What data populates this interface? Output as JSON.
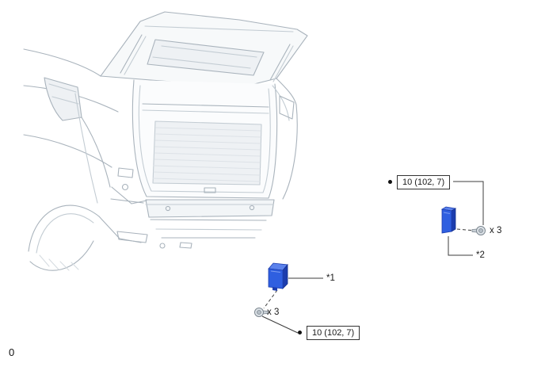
{
  "page": {
    "corner_mark": "0",
    "background": "#ffffff"
  },
  "colors": {
    "highlight_blue": "#2f5fe0",
    "highlight_blue_dark": "#1c3dae",
    "highlight_blue_light": "#5b82ec",
    "line_art_gray": "#a9b3bc",
    "line_art_gray_light": "#c3ccd3",
    "leader_line": "#3c3c3c",
    "label_border": "#333333"
  },
  "components": {
    "component1": {
      "callout": "*1",
      "bolt_count": "x 3",
      "torque_spec": "10 (102, 7)"
    },
    "component2": {
      "callout": "*2",
      "bolt_count": "x 3",
      "torque_spec": "10 (102, 7)"
    }
  }
}
